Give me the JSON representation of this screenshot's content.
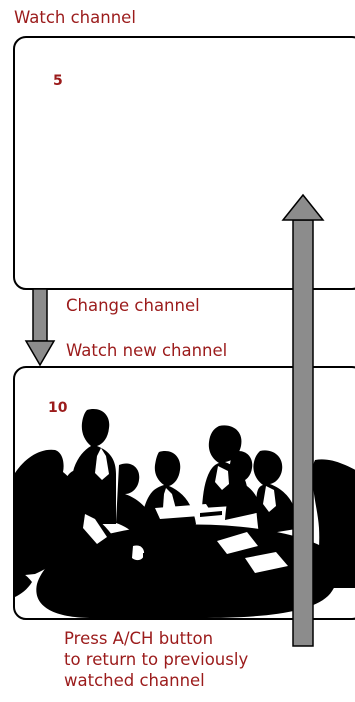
{
  "diagram": {
    "top_caption": "Watch channel",
    "change_caption": "Change channel",
    "new_caption": "Watch new channel",
    "instruction_caption": "Press A/CH button\nto return to previously\nwatched channel",
    "first_channel": "5",
    "second_channel": "10",
    "colors": {
      "caption": "#9b1b1b",
      "arrow_fill": "#8c8c8c",
      "frame": "#000000",
      "artwork": "#000000"
    },
    "artwork": "business-meeting-clipart"
  }
}
